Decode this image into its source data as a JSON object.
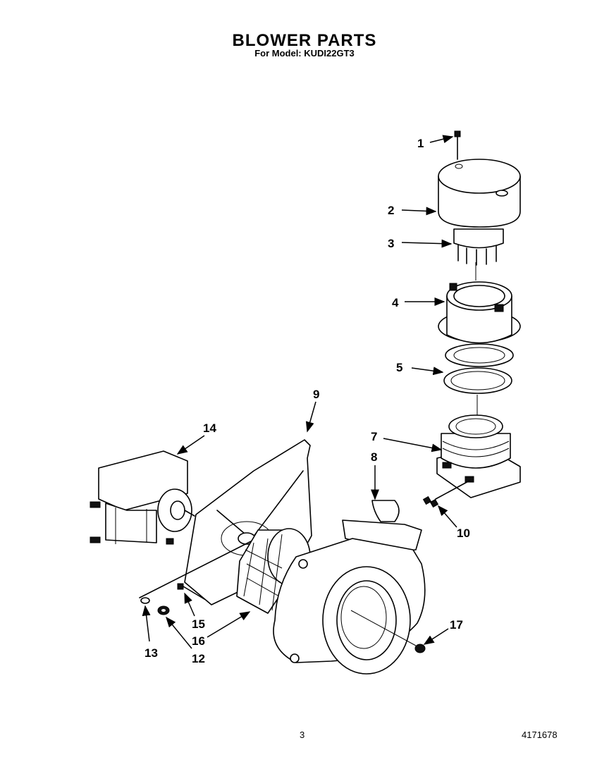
{
  "header": {
    "title": "BLOWER PARTS",
    "subtitle": "For Model: KUDI22GT3"
  },
  "callouts": [
    {
      "id": "c1",
      "text": "1"
    },
    {
      "id": "c2",
      "text": "2"
    },
    {
      "id": "c3",
      "text": "3"
    },
    {
      "id": "c4",
      "text": "4"
    },
    {
      "id": "c5",
      "text": "5"
    },
    {
      "id": "c7",
      "text": "7"
    },
    {
      "id": "c8",
      "text": "8"
    },
    {
      "id": "c9",
      "text": "9"
    },
    {
      "id": "c10",
      "text": "10"
    },
    {
      "id": "c12",
      "text": "12"
    },
    {
      "id": "c13",
      "text": "13"
    },
    {
      "id": "c14",
      "text": "14"
    },
    {
      "id": "c15",
      "text": "15"
    },
    {
      "id": "c16",
      "text": "16"
    },
    {
      "id": "c17",
      "text": "17"
    }
  ],
  "footer": {
    "page_number": "3",
    "part_number": "4171678"
  }
}
